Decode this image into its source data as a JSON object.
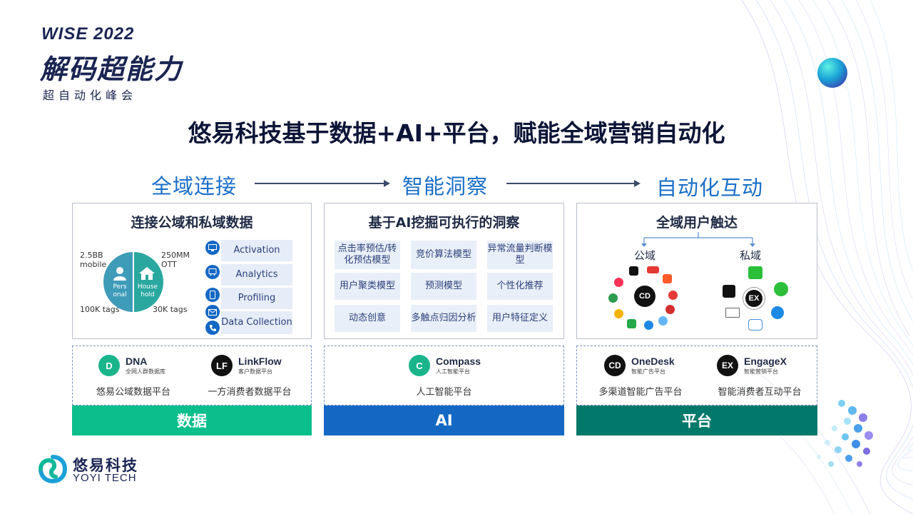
{
  "header": {
    "event_en": "WISE 2022",
    "event_cn": "解码超能力",
    "event_sub": "超自动化峰会"
  },
  "title": "悠易科技基于数据+AI+平台，赋能全域营销自动化",
  "steps": [
    "全域连接",
    "智能洞察",
    "自动化互动"
  ],
  "panel1": {
    "title": "连接公域和私域数据",
    "stats": {
      "tl": "2.5BB mobile",
      "tr": "250MM OTT",
      "bl": "100K tags",
      "br": "30K tags"
    },
    "circle_left": "Pers onal",
    "circle_right": "House hold",
    "capabilities": [
      "Activation",
      "Analytics",
      "Profiling",
      "Data Collection"
    ]
  },
  "panel2": {
    "title": "基于AI挖掘可执行的洞察",
    "cells": [
      "点击率预估/转化预估模型",
      "竞价算法模型",
      "异常流量判断模型",
      "用户聚类模型",
      "预测模型",
      "个性化推荐",
      "动态创意",
      "多触点归因分析",
      "用户特征定义"
    ]
  },
  "panel3": {
    "title": "全域用户触达",
    "public_label": "公域",
    "private_label": "私域",
    "public_apps": [
      "tiktok-icon",
      "toutiao-icon",
      "iqiyi-icon",
      "weibo-icon",
      "tencent-video-icon",
      "chrome-icon",
      "qq-music-icon",
      "browser-icon",
      "aiqiyi-icon",
      "youku-icon",
      "news-icon",
      "kuaishou-icon"
    ],
    "private_apps": [
      "wechat-icon",
      "tiktok-icon",
      "mini-program-icon",
      "mail-icon",
      "ie-icon",
      "chat-icon"
    ]
  },
  "platforms": {
    "data": {
      "bar_label": "数据",
      "color": "#0bbf8c",
      "items": [
        {
          "name": "DNA",
          "sub": "全网人群数据库",
          "desc": "悠易公域数据平台"
        },
        {
          "name": "LinkFlow",
          "sub": "客户数据平台",
          "desc": "一方消费者数据平台"
        }
      ]
    },
    "ai": {
      "bar_label": "AI",
      "color": "#1468c4",
      "items": [
        {
          "name": "Compass",
          "sub": "人工智能平台",
          "desc": "人工智能平台"
        }
      ]
    },
    "platform": {
      "bar_label": "平台",
      "color": "#00796b",
      "items": [
        {
          "name": "OneDesk",
          "sub": "智能广告平台",
          "desc": "多渠道智能广告平台"
        },
        {
          "name": "EngageX",
          "sub": "智能营销平台",
          "desc": "智能消费者互动平台"
        }
      ]
    }
  },
  "footer": {
    "cn": "悠易科技",
    "en": "YOYI TECH"
  }
}
